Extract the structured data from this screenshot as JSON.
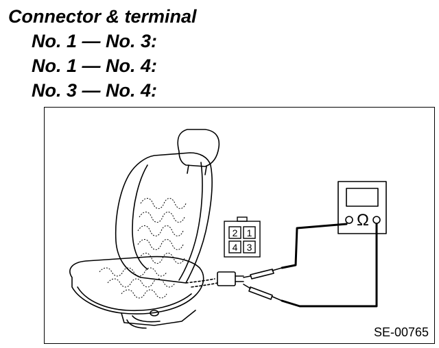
{
  "heading": "Connector & terminal",
  "checks": [
    "No. 1 — No. 3:",
    "No. 1 — No. 4:",
    "No. 3 — No. 4:"
  ],
  "connector_pins": [
    "2",
    "1",
    "4",
    "3"
  ],
  "meter_symbol": "Ω",
  "figure_id": "SE-00765"
}
